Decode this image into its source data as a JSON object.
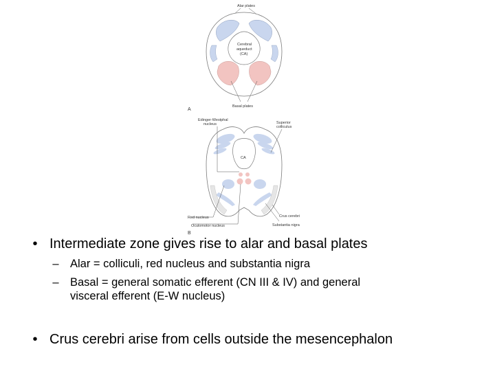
{
  "figure": {
    "top_labels": {
      "alar_plates": "Alar plates",
      "aqueduct_l1": "Cerebral",
      "aqueduct_l2": "aqueduct",
      "aqueduct_l3": "(CA)",
      "basal_plates": "Basal plates"
    },
    "panel_a": "A",
    "panel_b": "B",
    "bottom_labels": {
      "ew_l1": "Edinger-Westphal",
      "ew_l2": "nucleus",
      "sc_l1": "Superior",
      "sc_l2": "colliculus",
      "ca": "CA",
      "red_nucleus": "Red nucleus",
      "oculomotor_nucleus": "Oculomotor nucleus",
      "crus_cerebri": "Crus cerebri",
      "substantia_nigra": "Substantia nigra"
    },
    "colors": {
      "alar": "#c9d6ee",
      "basal": "#f2c4c1",
      "outline": "#7a7a7a"
    }
  },
  "bullets": [
    {
      "marker": "•",
      "text": "Intermediate zone gives rise to alar and basal plates",
      "subitems": [
        {
          "marker": "–",
          "text": "Alar = colliculi, red nucleus and substantia nigra"
        },
        {
          "marker": "–",
          "line1": "Basal = general somatic efferent (CN III & IV) and general",
          "line2": "visceral efferent (E-W nucleus)"
        }
      ]
    },
    {
      "marker": "•",
      "text": "Crus cerebri arise from cells outside the mesencephalon"
    }
  ]
}
